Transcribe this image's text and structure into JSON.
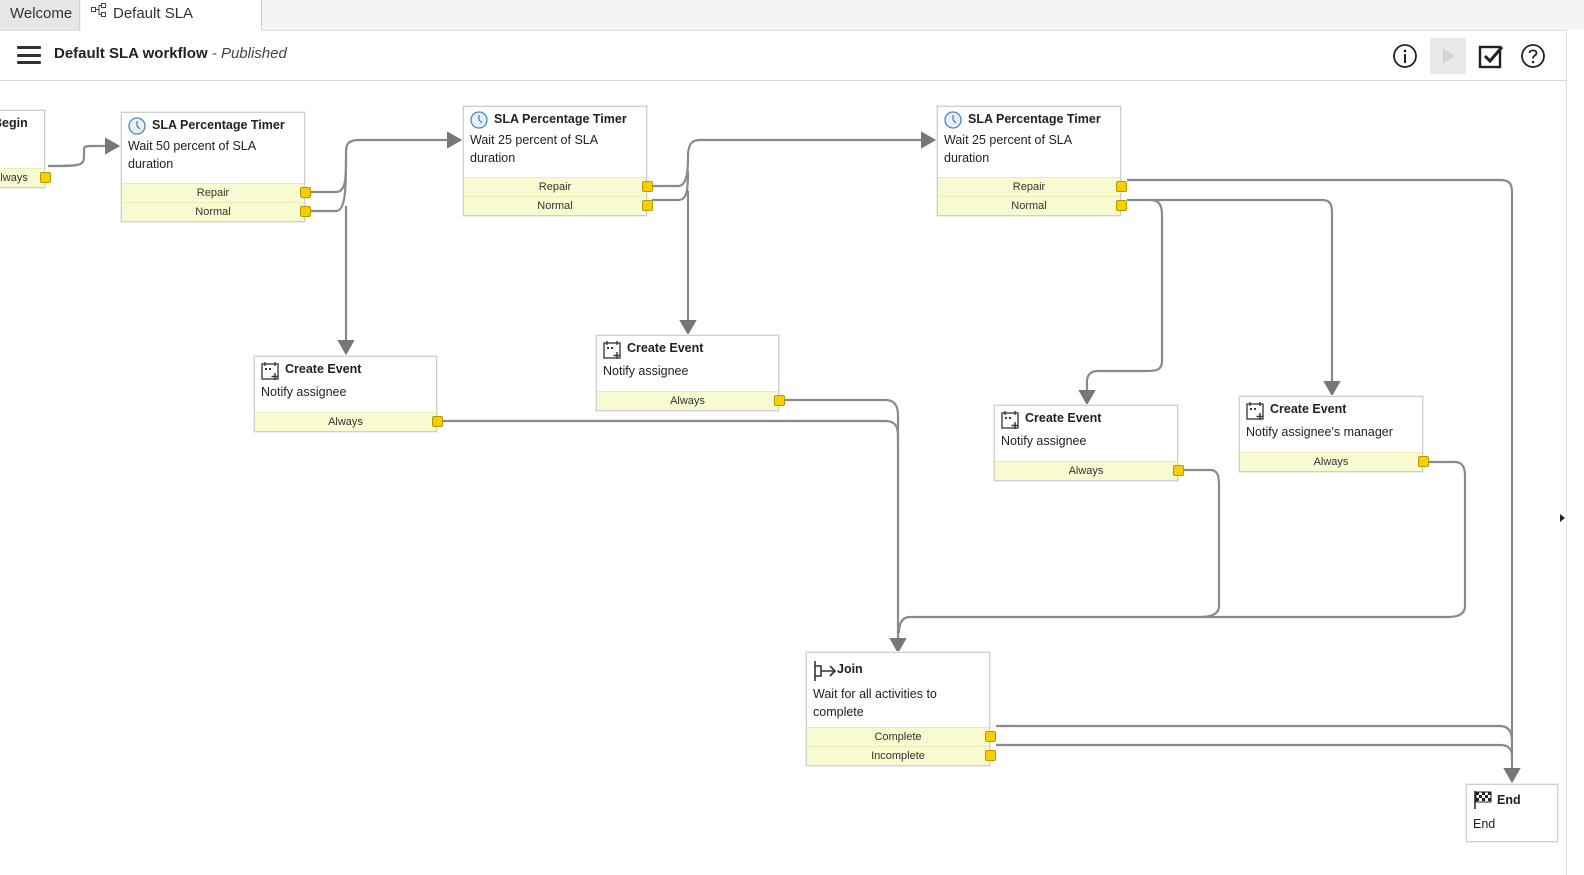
{
  "tabs": [
    {
      "label": "Welcome"
    },
    {
      "label": "Default SLA workflow"
    }
  ],
  "header": {
    "title": "Default SLA workflow",
    "status": " - Published",
    "icons": [
      "info-icon",
      "play-icon",
      "checkbox-icon",
      "help-icon"
    ]
  },
  "nodes": {
    "begin": {
      "title": "Begin",
      "outputs": [
        "Always"
      ]
    },
    "timer1": {
      "title": "SLA Percentage Timer",
      "desc": "Wait 50 percent of SLA duration",
      "outputs": [
        "Repair",
        "Normal"
      ]
    },
    "timer2": {
      "title": "SLA Percentage Timer",
      "desc": "Wait 25 percent of SLA duration",
      "outputs": [
        "Repair",
        "Normal"
      ]
    },
    "timer3": {
      "title": "SLA Percentage Timer",
      "desc": "Wait 25 percent of SLA duration",
      "outputs": [
        "Repair",
        "Normal"
      ]
    },
    "event1": {
      "title": "Create Event",
      "desc": "Notify assignee",
      "outputs": [
        "Always"
      ]
    },
    "event2": {
      "title": "Create Event",
      "desc": "Notify assignee",
      "outputs": [
        "Always"
      ]
    },
    "event3": {
      "title": "Create Event",
      "desc": "Notify assignee",
      "outputs": [
        "Always"
      ]
    },
    "event4": {
      "title": "Create Event",
      "desc": "Notify assignee's manager",
      "outputs": [
        "Always"
      ]
    },
    "join": {
      "title": "Join",
      "desc": "Wait for all activities to complete",
      "outputs": [
        "Complete",
        "Incomplete"
      ]
    },
    "end": {
      "title": "End",
      "desc": "End"
    }
  }
}
